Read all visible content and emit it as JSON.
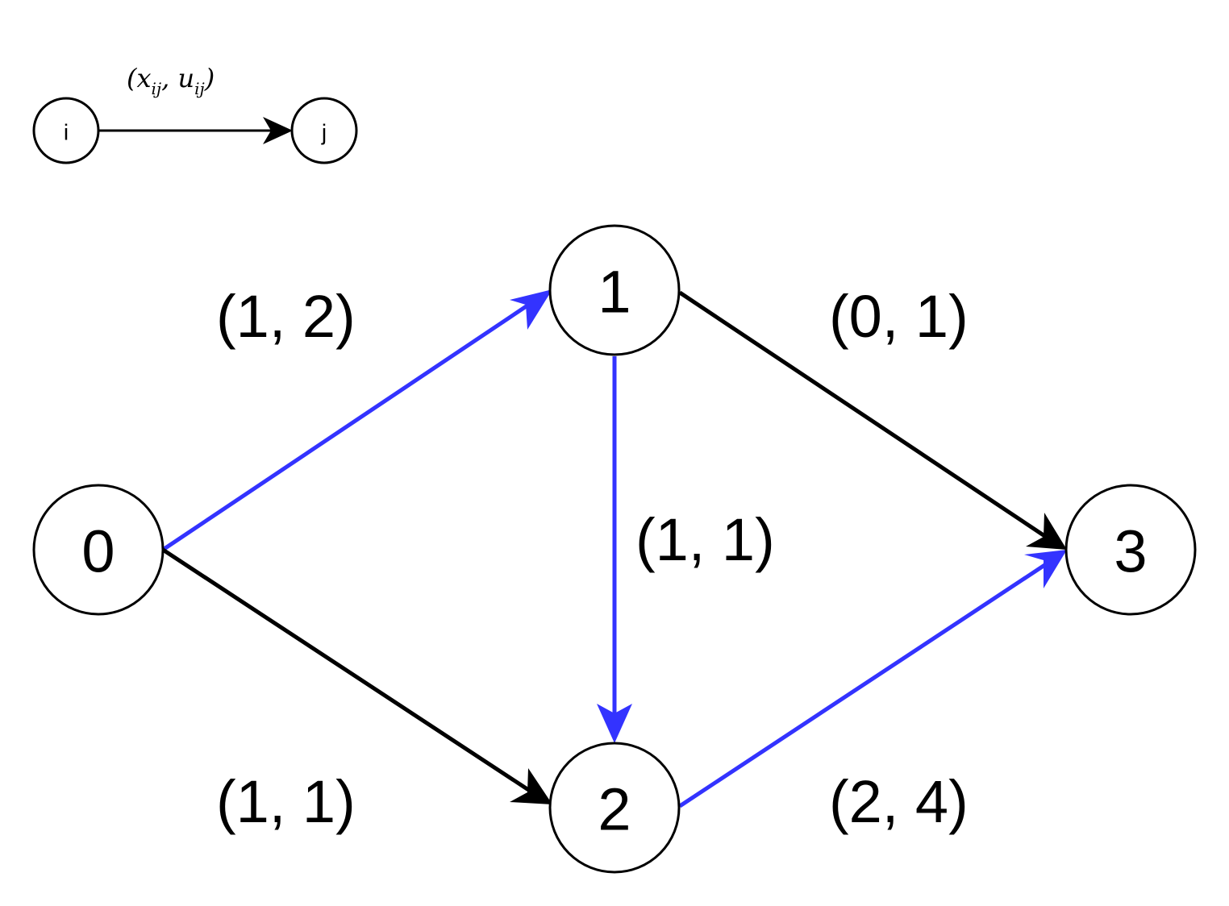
{
  "colors": {
    "highlight": "#3333ff",
    "default": "#000000"
  },
  "legend": {
    "from": "i",
    "to": "j",
    "label_open": "(",
    "x": "x",
    "u": "u",
    "sub": "ij",
    "comma": ", ",
    "label_close": ")"
  },
  "nodes": [
    {
      "id": "0",
      "label": "0"
    },
    {
      "id": "1",
      "label": "1"
    },
    {
      "id": "2",
      "label": "2"
    },
    {
      "id": "3",
      "label": "3"
    }
  ],
  "edges": [
    {
      "from": "0",
      "to": "1",
      "label": "(1, 2)",
      "highlighted": true
    },
    {
      "from": "0",
      "to": "2",
      "label": "(1, 1)",
      "highlighted": false
    },
    {
      "from": "1",
      "to": "2",
      "label": "(1, 1)",
      "highlighted": true
    },
    {
      "from": "1",
      "to": "3",
      "label": "(0, 1)",
      "highlighted": false
    },
    {
      "from": "2",
      "to": "3",
      "label": "(2, 4)",
      "highlighted": true
    }
  ]
}
